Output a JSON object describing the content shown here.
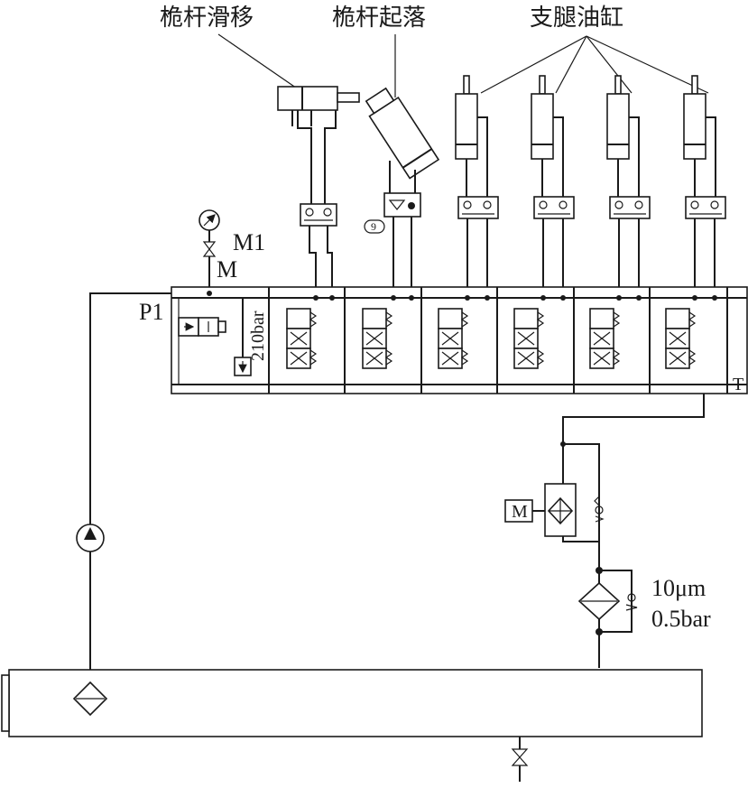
{
  "labels": {
    "mast_slide": "桅杆滑移",
    "mast_lift": "桅杆起落",
    "outrigger_cylinders": "支腿油缸",
    "gauge_tag": "M1",
    "port_m": "M",
    "port_p1": "P1",
    "relief_pressure": "210bar",
    "port_t": "T",
    "motor": "M",
    "filter_rating": "10μm",
    "bypass_pressure": "0.5bar",
    "item_no": "9"
  }
}
